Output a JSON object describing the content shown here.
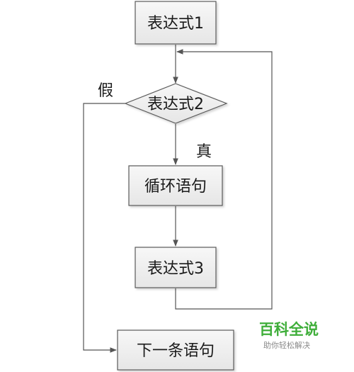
{
  "nodes": {
    "expr1": "表达式1",
    "expr2": "表达式2",
    "loop_body": "循环语句",
    "expr3": "表达式3",
    "next_stmt": "下一条语句"
  },
  "labels": {
    "false_label": "假",
    "true_label": "真"
  },
  "watermark": {
    "title": "百科全说",
    "subtitle": "助你轻松解决"
  },
  "colors": {
    "node_fill": "#efefef",
    "node_stroke": "#5a5a5a",
    "line": "#555555",
    "watermark_green": "#3fae3a"
  }
}
